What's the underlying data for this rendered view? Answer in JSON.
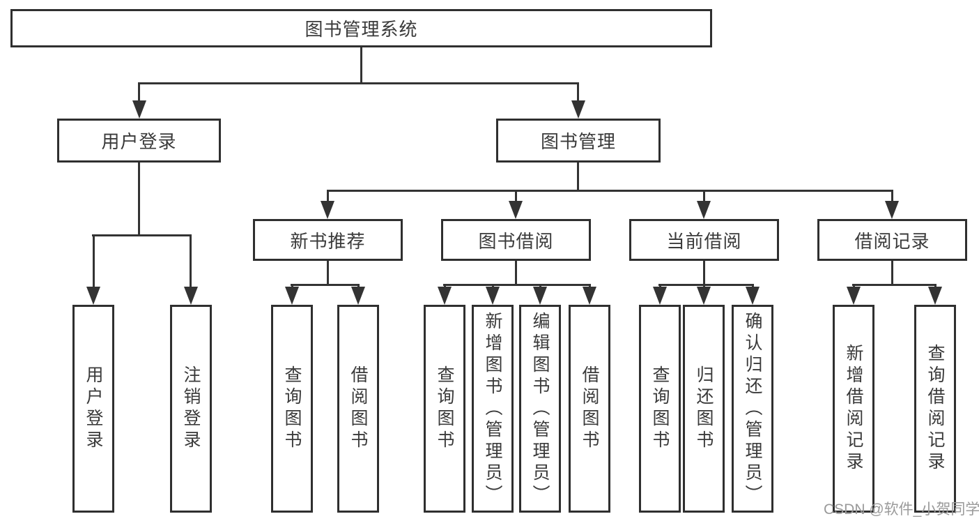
{
  "tree": {
    "root": "图书管理系统",
    "branches": [
      {
        "label": "用户登录",
        "children": [
          "用户登录",
          "注销登录"
        ]
      },
      {
        "label": "图书管理",
        "groups": [
          {
            "label": "新书推荐",
            "children": [
              "查询图书",
              "借阅图书"
            ]
          },
          {
            "label": "图书借阅",
            "children": [
              "查询图书",
              "新增图书（管理员）",
              "编辑图书（管理员）",
              "借阅图书"
            ]
          },
          {
            "label": "当前借阅",
            "children": [
              "查询图书",
              "归还图书",
              "确认归还（管理员）"
            ]
          },
          {
            "label": "借阅记录",
            "children": [
              "新增借阅记录",
              "查询借阅记录"
            ]
          }
        ]
      }
    ]
  },
  "watermark": "CSDN @软件_小贺同学",
  "colors": {
    "line": "#333333",
    "box_border": "#2f2f2f",
    "text": "#3a3a3a",
    "watermark_text": "#9a9a9a",
    "background": "#ffffff"
  }
}
